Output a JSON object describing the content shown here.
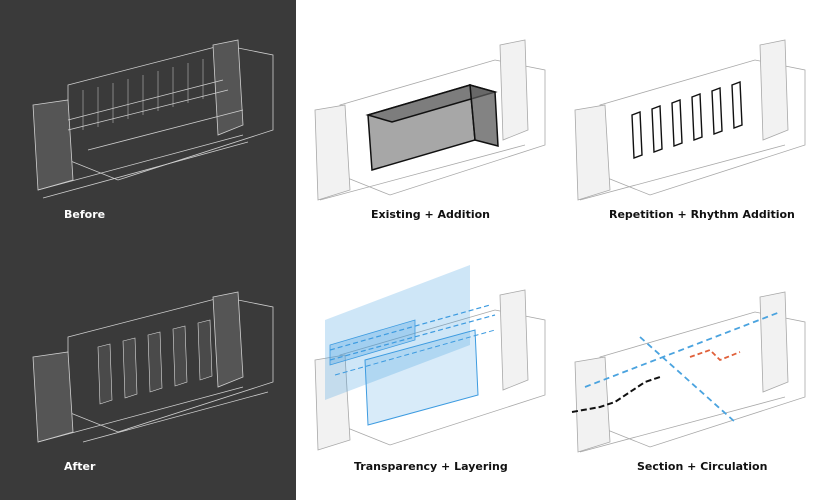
{
  "panels": [
    {
      "id": "before",
      "caption": "Before"
    },
    {
      "id": "existing",
      "caption": "Existing + Addition"
    },
    {
      "id": "repetition",
      "caption": "Repetition + Rhythm Addition"
    },
    {
      "id": "after",
      "caption": "After"
    },
    {
      "id": "transparency",
      "caption": "Transparency + Layering"
    },
    {
      "id": "section",
      "caption": "Section + Circulation"
    }
  ],
  "colors": {
    "dark_background": "#3a3a3a",
    "line_light": "#d8d8d8",
    "line_dark": "#9a9a9a",
    "addition_fill": "#8a8a8a",
    "transparency_blue": "#3d9be0",
    "circulation_blue": "#4aa3df",
    "circulation_red": "#e0603a",
    "circulation_black": "#111111"
  }
}
